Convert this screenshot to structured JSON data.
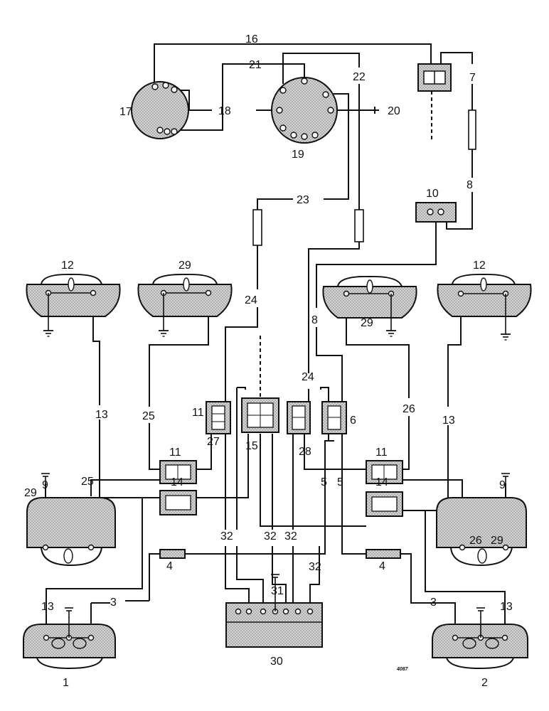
{
  "diagram": {
    "labels": {
      "l1": "1",
      "l2": "2",
      "l3a": "3",
      "l3b": "3",
      "l4a": "4",
      "l4b": "4",
      "l5a": "5",
      "l5b": "5",
      "l6": "6",
      "l7": "7",
      "l8a": "8",
      "l8b": "8",
      "l9a": "9",
      "l9b": "9",
      "l10": "10",
      "l11a": "11",
      "l11b": "11",
      "l11c": "11",
      "l12a": "12",
      "l12b": "12",
      "l13a": "13",
      "l13b": "13",
      "l13c": "13",
      "l13d": "13",
      "l14a": "14",
      "l14b": "14",
      "l15": "15",
      "l16": "16",
      "l17": "17",
      "l18": "18",
      "l19": "19",
      "l20": "20",
      "l21": "21",
      "l22": "22",
      "l23": "23",
      "l24a": "24",
      "l24b": "24",
      "l25a": "25",
      "l25b": "25",
      "l26a": "26",
      "l26b": "26",
      "l27": "27",
      "l28": "28",
      "l29a": "29",
      "l29b": "29",
      "l29c": "29",
      "l29d": "29",
      "l30": "30",
      "l31": "31",
      "l32a": "32",
      "l32b": "32",
      "l32c": "32",
      "l32d": "32"
    },
    "drawing_number": "4087"
  }
}
